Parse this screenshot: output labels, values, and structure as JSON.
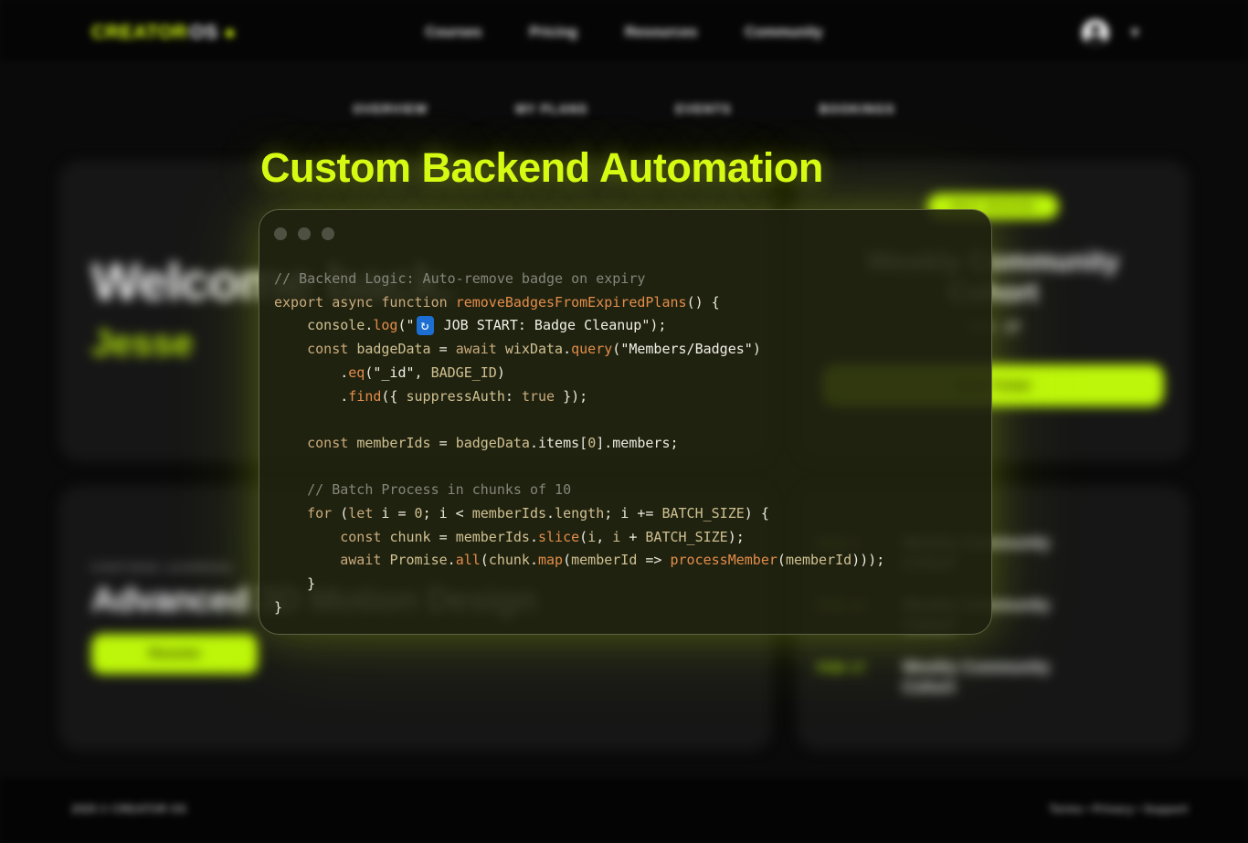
{
  "colors": {
    "accent": "#d7fb14",
    "btn_green": "#bdf60a",
    "jesse_green": "#b4e40c",
    "date_green": "#a5dd10",
    "code_window_bg": "rgba(33,36,16,0.9)"
  },
  "header": {
    "logo_part1": "CREATOR",
    "logo_part2": "OS",
    "nav": [
      "Courses",
      "Pricing",
      "Resources",
      "Community"
    ]
  },
  "subnav": [
    "OVERVIEW",
    "MY PLANS",
    "EVENTS",
    "BOOKINGS"
  ],
  "welcome_card": {
    "title_line1": "Welcome back.",
    "title_line2": "Jesse"
  },
  "session_card": {
    "badge": "NEXT SESSION",
    "title": "Weekly Community Cohort",
    "date_month": "JAN",
    "date_day": "27",
    "button": "View Ticket"
  },
  "learning_card": {
    "eyebrow": "CONTINUE LEARNING",
    "title": "Advanced 3D Motion Design",
    "button": "Resume"
  },
  "events_card": {
    "events": [
      {
        "date": "FEB 3",
        "title": "Weekly Community Cohort"
      },
      {
        "date": "FEB 10",
        "title": "Weekly Community Cohort"
      },
      {
        "date": "FEB 17",
        "title": "Weekly Community Cohort"
      }
    ]
  },
  "footer": {
    "copyright": "2025 © CREATOR OS",
    "links": "Terms • Privacy • Support"
  },
  "overlay": {
    "title": "Custom Backend Automation",
    "window": {
      "refresh_emoji_glyph": "↻",
      "code_lines": [
        [
          [
            "c",
            "// Backend Logic: Auto-remove badge on expiry"
          ]
        ],
        [
          [
            "k",
            "export async function "
          ],
          [
            "f",
            "removeBadgesFromExpiredPlans"
          ],
          [
            "p",
            "() {"
          ]
        ],
        [
          [
            "p",
            "    "
          ],
          [
            "v",
            "console"
          ],
          [
            "p",
            "."
          ],
          [
            "f",
            "log"
          ],
          [
            "p",
            "(\""
          ],
          [
            "e",
            "↻"
          ],
          [
            "s",
            " JOB START: Badge Cleanup"
          ],
          [
            "p",
            "\");"
          ]
        ],
        [
          [
            "p",
            "    "
          ],
          [
            "k",
            "const "
          ],
          [
            "v",
            "badgeData"
          ],
          [
            "p",
            " = "
          ],
          [
            "k",
            "await "
          ],
          [
            "v",
            "wixData"
          ],
          [
            "p",
            "."
          ],
          [
            "f",
            "query"
          ],
          [
            "p",
            "("
          ],
          [
            "s",
            "\"Members/Badges\""
          ],
          [
            "p",
            ")"
          ]
        ],
        [
          [
            "p",
            "        ."
          ],
          [
            "f",
            "eq"
          ],
          [
            "p",
            "("
          ],
          [
            "s",
            "\"_id\""
          ],
          [
            "p",
            ", "
          ],
          [
            "v",
            "BADGE_ID"
          ],
          [
            "p",
            ")"
          ]
        ],
        [
          [
            "p",
            "        ."
          ],
          [
            "f",
            "find"
          ],
          [
            "p",
            "({ "
          ],
          [
            "v",
            "suppressAuth"
          ],
          [
            "p",
            ": "
          ],
          [
            "k",
            "true"
          ],
          [
            "p",
            " });"
          ]
        ],
        [],
        [
          [
            "p",
            "    "
          ],
          [
            "k",
            "const "
          ],
          [
            "v",
            "memberIds"
          ],
          [
            "p",
            " = "
          ],
          [
            "v",
            "badgeData"
          ],
          [
            "p",
            ".items["
          ],
          [
            "v",
            "0"
          ],
          [
            "p",
            "].members;"
          ]
        ],
        [],
        [
          [
            "c",
            "    // Batch Process in chunks of 10"
          ]
        ],
        [
          [
            "p",
            "    "
          ],
          [
            "k",
            "for"
          ],
          [
            "p",
            " ("
          ],
          [
            "k",
            "let "
          ],
          [
            "p",
            "i = "
          ],
          [
            "v",
            "0"
          ],
          [
            "p",
            "; i < "
          ],
          [
            "v",
            "memberIds"
          ],
          [
            "p",
            "."
          ],
          [
            "v",
            "length"
          ],
          [
            "p",
            "; i += "
          ],
          [
            "v",
            "BATCH_SIZE"
          ],
          [
            "p",
            ") {"
          ]
        ],
        [
          [
            "p",
            "        "
          ],
          [
            "k",
            "const "
          ],
          [
            "v",
            "chunk"
          ],
          [
            "p",
            " = "
          ],
          [
            "v",
            "memberIds"
          ],
          [
            "p",
            "."
          ],
          [
            "f",
            "slice"
          ],
          [
            "p",
            "("
          ],
          [
            "v",
            "i"
          ],
          [
            "p",
            ", "
          ],
          [
            "v",
            "i"
          ],
          [
            "p",
            " + "
          ],
          [
            "v",
            "BATCH_SIZE"
          ],
          [
            "p",
            ");"
          ]
        ],
        [
          [
            "p",
            "        "
          ],
          [
            "k",
            "await "
          ],
          [
            "v",
            "Promise"
          ],
          [
            "p",
            "."
          ],
          [
            "f",
            "all"
          ],
          [
            "p",
            "("
          ],
          [
            "v",
            "chunk"
          ],
          [
            "p",
            "."
          ],
          [
            "f",
            "map"
          ],
          [
            "p",
            "("
          ],
          [
            "v",
            "memberId"
          ],
          [
            "p",
            " => "
          ],
          [
            "f",
            "processMember"
          ],
          [
            "p",
            "("
          ],
          [
            "v",
            "memberId"
          ],
          [
            "p",
            ")));"
          ]
        ],
        [
          [
            "p",
            "    }"
          ]
        ],
        [
          [
            "p",
            "}"
          ]
        ]
      ]
    }
  }
}
